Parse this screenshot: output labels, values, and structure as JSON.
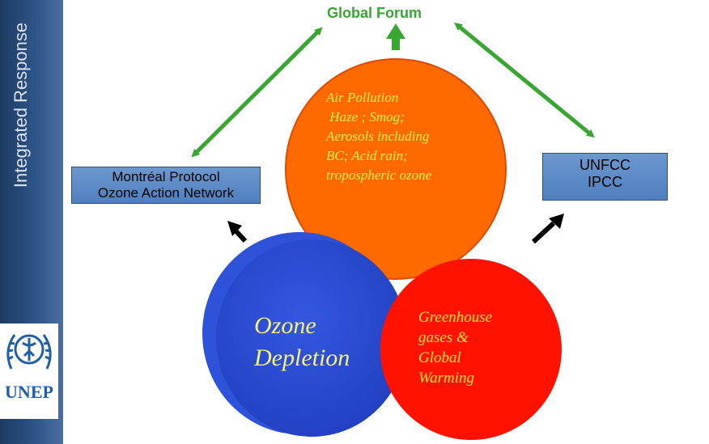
{
  "sidebar": {
    "title": "Integrated Response",
    "logo_label": "UNEP"
  },
  "forum": {
    "label": "Global Forum"
  },
  "boxes": {
    "montreal": {
      "lines": [
        "Montréal Protocol",
        "Ozone Action Network"
      ]
    },
    "unfcc": {
      "lines": [
        "UNFCC",
        "IPCC"
      ]
    }
  },
  "circles": {
    "air_pollution": {
      "lines": [
        "Air Pollution",
        " Haze ; Smog;",
        "Aerosols including",
        "BC; Acid rain;",
        "tropospheric ozone"
      ]
    },
    "ozone": {
      "lines": [
        "Ozone",
        "Depletion"
      ]
    },
    "ghg": {
      "lines": [
        "Greenhouse",
        "gases &",
        "Global",
        "Warming"
      ]
    }
  },
  "colors": {
    "sidebar": "#2e5487",
    "forum_arrows": "#3aa632",
    "air_circle": "#ff6a00",
    "ozone_circle": "#2b4fd6",
    "ghg_circle": "#ff1200",
    "box_fill": "#5f8ccb"
  },
  "icons": [
    "un-laurel-emblem",
    "double-headed-arrow",
    "up-arrow"
  ]
}
